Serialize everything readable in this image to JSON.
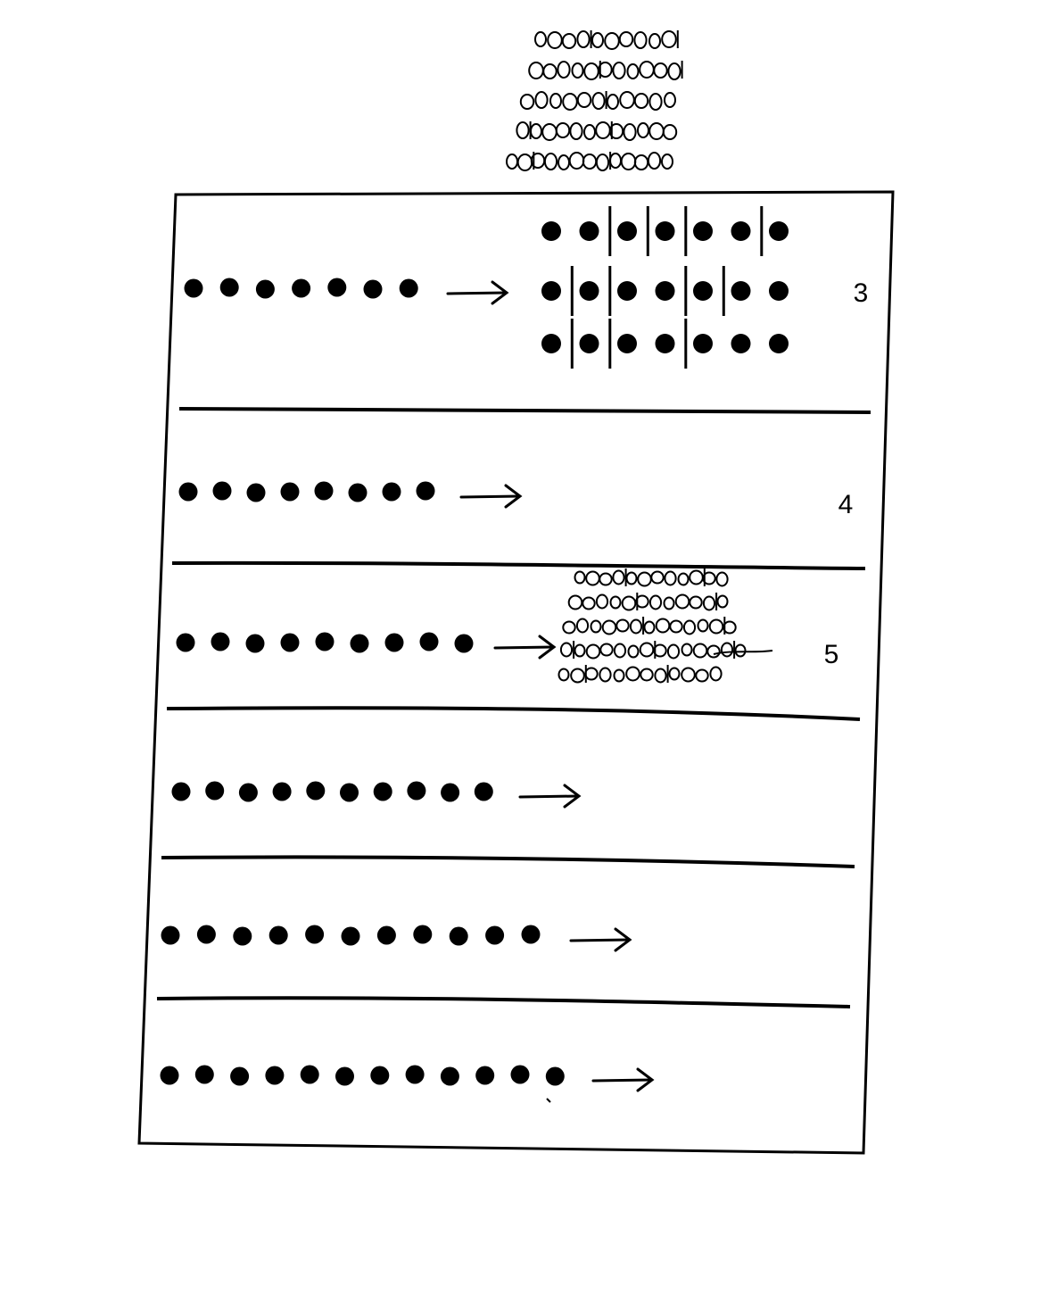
{
  "worksheet": {
    "rows": [
      {
        "dot_count": 7,
        "label": "3",
        "grouped_rows": [
          [
            2,
            1,
            1,
            2,
            1
          ],
          [
            1,
            1,
            2,
            1,
            2
          ],
          [
            1,
            1,
            2,
            3
          ]
        ]
      },
      {
        "dot_count": 8,
        "label": "4"
      },
      {
        "dot_count": 9,
        "label": "5"
      },
      {
        "dot_count": 10
      },
      {
        "dot_count": 11
      },
      {
        "dot_count": 12
      }
    ],
    "scribble_top": {
      "line_count": 5
    },
    "scribble_row3": {
      "line_count": 5
    }
  }
}
